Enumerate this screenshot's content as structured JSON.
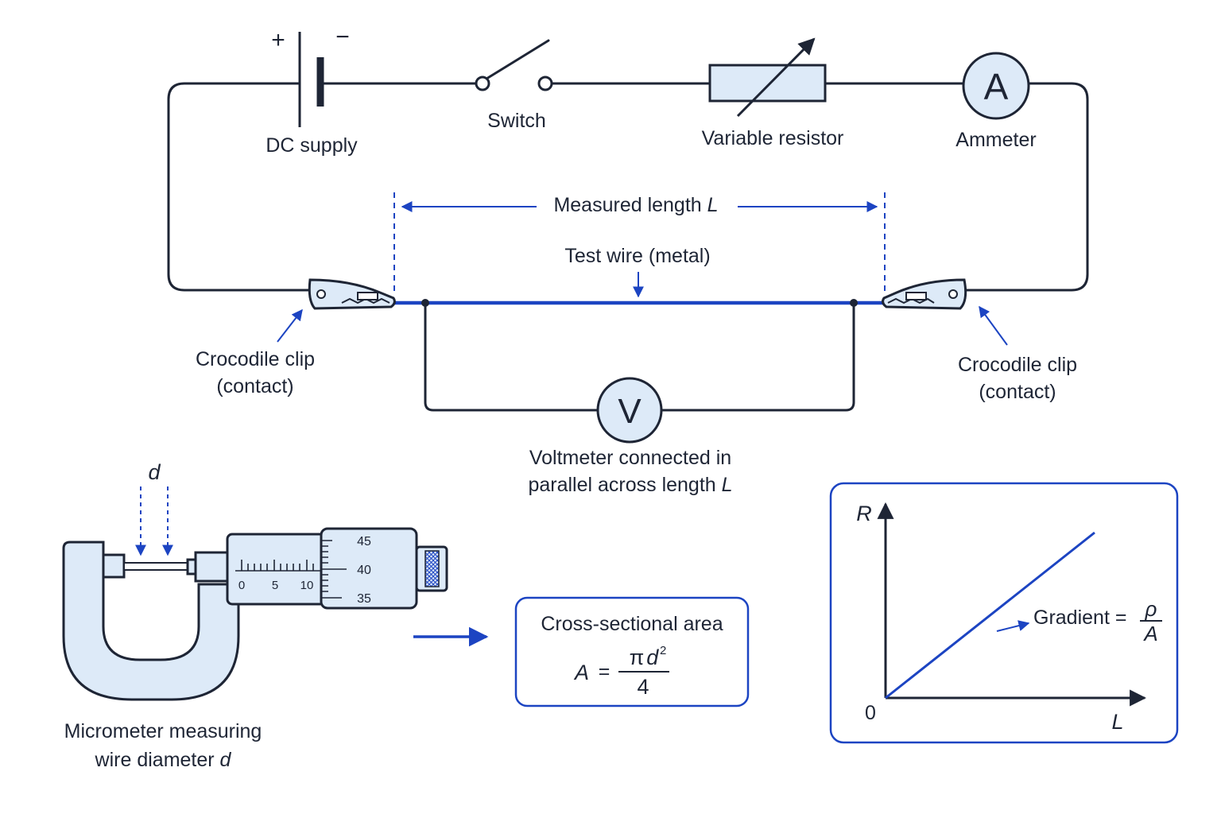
{
  "circuit": {
    "supply": {
      "plus": "+",
      "minus": "−",
      "label": "DC supply"
    },
    "switch": {
      "label": "Switch"
    },
    "variable_resistor": {
      "label": "Variable resistor"
    },
    "ammeter": {
      "symbol": "A",
      "label": "Ammeter"
    },
    "voltmeter": {
      "symbol": "V",
      "label_line1": "Voltmeter connected in",
      "label_line2_prefix": "parallel across length ",
      "label_line2_var": "L"
    },
    "measured_length": {
      "prefix": "Measured length ",
      "var": "L"
    },
    "test_wire": {
      "label": "Test wire (metal)",
      "color": "#1c44c2"
    },
    "clip_left": {
      "line1": "Crocodile clip",
      "line2": "(contact)"
    },
    "clip_right": {
      "line1": "Crocodile clip",
      "line2": "(contact)"
    }
  },
  "micrometer": {
    "d_label": "d",
    "sleeve_scale": [
      "0",
      "5",
      "10"
    ],
    "thimble_scale": [
      "45",
      "40",
      "35"
    ],
    "caption_line1": "Micrometer measuring",
    "caption_line2_prefix": "wire diameter ",
    "caption_line2_var": "d"
  },
  "area_box": {
    "title": "Cross-sectional area",
    "lhs": "A",
    "equals": "=",
    "numerator_pi": "π",
    "numerator_var": "d",
    "numerator_exp": "2",
    "denominator": "4"
  },
  "graph": {
    "y_label": "R",
    "x_label": "L",
    "origin": "0",
    "gradient_label": "Gradient =",
    "gradient_num": "ρ",
    "gradient_den": "A"
  },
  "colors": {
    "ink": "#1e2535",
    "accent_blue": "#1c44c2",
    "light_blue": "#ddeaf8"
  }
}
